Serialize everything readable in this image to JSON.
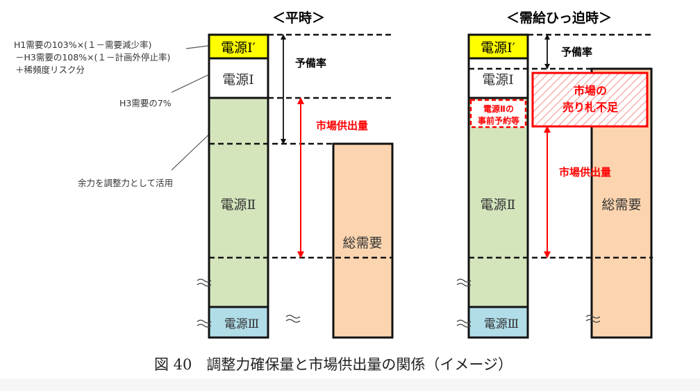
{
  "panels": {
    "normal": {
      "title": "＜平時＞",
      "source_1_prime": "電源Ⅰ′",
      "source_1": "電源Ⅰ",
      "source_2": "電源Ⅱ",
      "source_3": "電源Ⅲ",
      "reserve_rate": "予備率",
      "market_supply": "市場供出量",
      "total_demand": "総需要"
    },
    "tight": {
      "title": "＜需給ひっ迫時＞",
      "source_1_prime": "電源Ⅰ′",
      "source_1": "電源Ⅰ",
      "source_2": "電源Ⅱ",
      "source_3": "電源Ⅲ",
      "source_2_reserved_line1": "電源Ⅱの",
      "source_2_reserved_line2": "事前予約等",
      "reserve_rate": "予備率",
      "shortage_line1": "市場の",
      "shortage_line2": "売り札不足",
      "market_supply": "市場供出量",
      "total_demand": "総需要"
    }
  },
  "annotations": {
    "formula_line1": "H1需要の103%×(１－需要減少率)",
    "formula_line2": "－H3需要の108%×(１－計画外停止率)",
    "formula_line3": "＋稀頻度リスク分",
    "h3_7pct": "H3需要の7%",
    "surplus": "余力を調整力として活用"
  },
  "caption": "図 40　調整力確保量と市場供出量の関係（イメージ）",
  "colors": {
    "yellow": "#ffff00",
    "green": "#d4e5bc",
    "blue": "#b0dde8",
    "orange": "#fcd5b0",
    "red": "#ff0000"
  }
}
